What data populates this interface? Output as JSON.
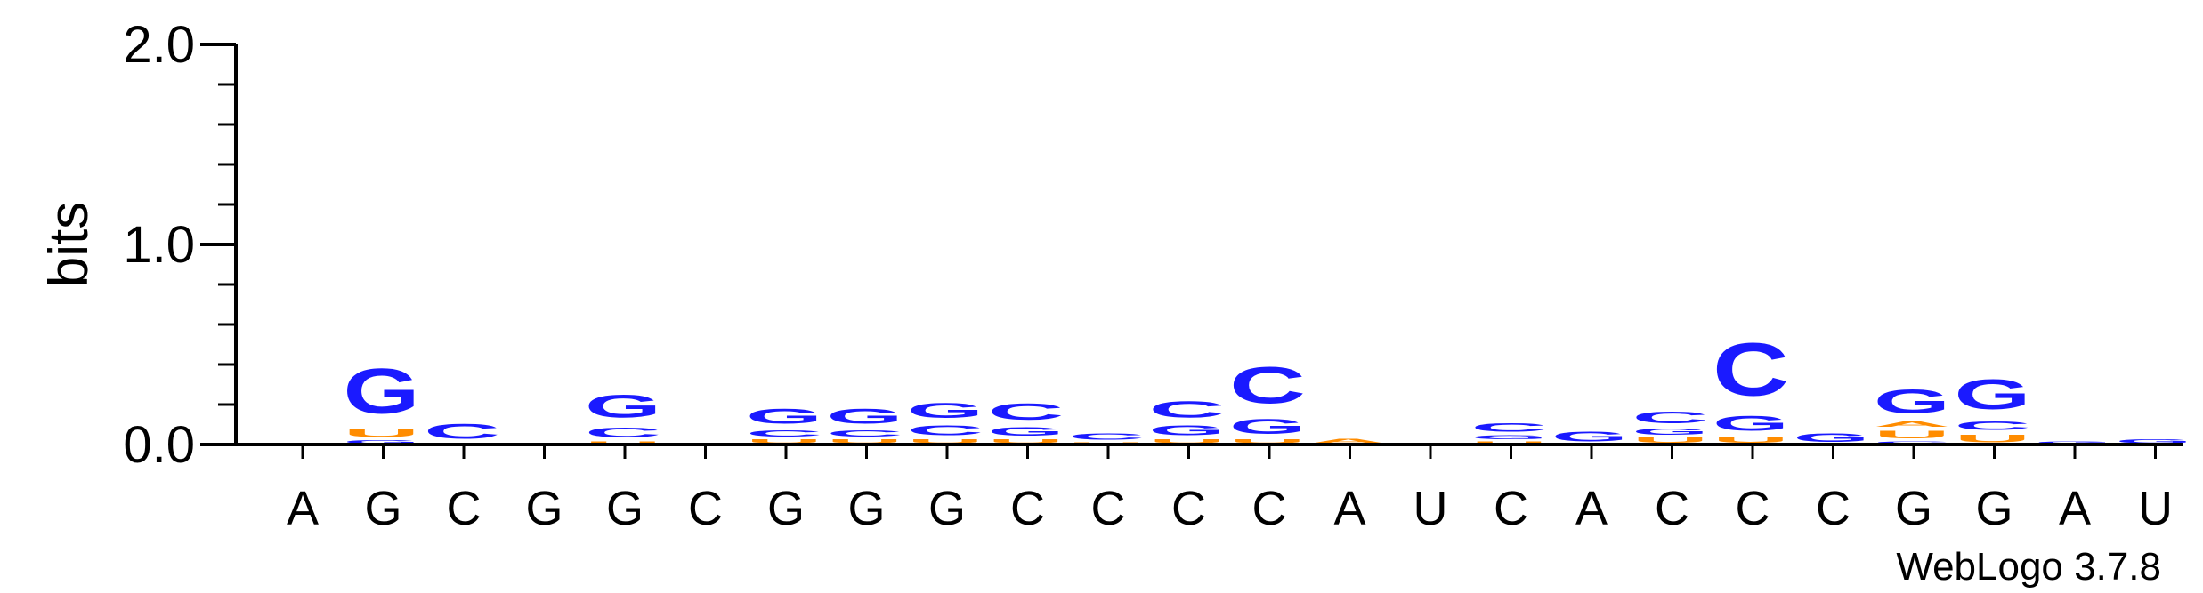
{
  "chart_data": {
    "type": "sequence-logo",
    "ylabel": "bits",
    "ylim": [
      0,
      2.0
    ],
    "yticks": [
      "0.0",
      "1.0",
      "2.0"
    ],
    "positions": [
      "A",
      "G",
      "C",
      "G",
      "G",
      "C",
      "G",
      "G",
      "G",
      "C",
      "C",
      "C",
      "C",
      "A",
      "U",
      "C",
      "A",
      "C",
      "C",
      "C",
      "G",
      "G",
      "A",
      "U"
    ],
    "colors": {
      "G": "#1a1aff",
      "C": "#1a1aff",
      "U": "#ff8c00",
      "A": "#ff8c00"
    },
    "stacks": [
      [
        {
          "letter": "A",
          "bits": 0.004
        }
      ],
      [
        {
          "letter": "G",
          "bits": 0.025
        },
        {
          "letter": "U",
          "bits": 0.06
        },
        {
          "letter": "G",
          "bits": 0.36
        }
      ],
      [
        {
          "letter": "A",
          "bits": 0.005
        },
        {
          "letter": "C",
          "bits": 0.12
        }
      ],
      [
        {
          "letter": "G",
          "bits": 0.005
        }
      ],
      [
        {
          "letter": "U",
          "bits": 0.02
        },
        {
          "letter": "C",
          "bits": 0.08
        },
        {
          "letter": "G",
          "bits": 0.18
        }
      ],
      [
        {
          "letter": "A",
          "bits": 0.005
        }
      ],
      [
        {
          "letter": "U",
          "bits": 0.03
        },
        {
          "letter": "C",
          "bits": 0.05
        },
        {
          "letter": "G",
          "bits": 0.12
        }
      ],
      [
        {
          "letter": "U",
          "bits": 0.03
        },
        {
          "letter": "C",
          "bits": 0.05
        },
        {
          "letter": "G",
          "bits": 0.12
        }
      ],
      [
        {
          "letter": "U",
          "bits": 0.03
        },
        {
          "letter": "C",
          "bits": 0.08
        },
        {
          "letter": "G",
          "bits": 0.12
        }
      ],
      [
        {
          "letter": "U",
          "bits": 0.03
        },
        {
          "letter": "G",
          "bits": 0.07
        },
        {
          "letter": "C",
          "bits": 0.13
        }
      ],
      [
        {
          "letter": "U",
          "bits": 0.015
        },
        {
          "letter": "C",
          "bits": 0.05
        }
      ],
      [
        {
          "letter": "U",
          "bits": 0.03
        },
        {
          "letter": "G",
          "bits": 0.08
        },
        {
          "letter": "C",
          "bits": 0.13
        }
      ],
      [
        {
          "letter": "U",
          "bits": 0.03
        },
        {
          "letter": "G",
          "bits": 0.12
        },
        {
          "letter": "C",
          "bits": 0.29
        }
      ],
      [
        {
          "letter": "A",
          "bits": 0.035
        }
      ],
      [
        {
          "letter": "C",
          "bits": 0.005
        }
      ],
      [
        {
          "letter": "U",
          "bits": 0.02
        },
        {
          "letter": "G",
          "bits": 0.03
        },
        {
          "letter": "C",
          "bits": 0.07
        }
      ],
      [
        {
          "letter": "G",
          "bits": 0.08
        }
      ],
      [
        {
          "letter": "U",
          "bits": 0.04
        },
        {
          "letter": "G",
          "bits": 0.05
        },
        {
          "letter": "C",
          "bits": 0.09
        }
      ],
      [
        {
          "letter": "U",
          "bits": 0.045
        },
        {
          "letter": "G",
          "bits": 0.12
        },
        {
          "letter": "C",
          "bits": 0.42
        }
      ],
      [
        {
          "letter": "G",
          "bits": 0.07
        }
      ],
      [
        {
          "letter": "C",
          "bits": 0.02
        },
        {
          "letter": "U",
          "bits": 0.06
        },
        {
          "letter": "A",
          "bits": 0.04
        },
        {
          "letter": "G",
          "bits": 0.19
        }
      ],
      [
        {
          "letter": "U",
          "bits": 0.06
        },
        {
          "letter": "C",
          "bits": 0.07
        },
        {
          "letter": "G",
          "bits": 0.24
        }
      ],
      [
        {
          "letter": "G",
          "bits": 0.02
        }
      ],
      [
        {
          "letter": "G",
          "bits": 0.03
        }
      ]
    ]
  },
  "footer": {
    "credit": "WebLogo 3.7.8"
  }
}
